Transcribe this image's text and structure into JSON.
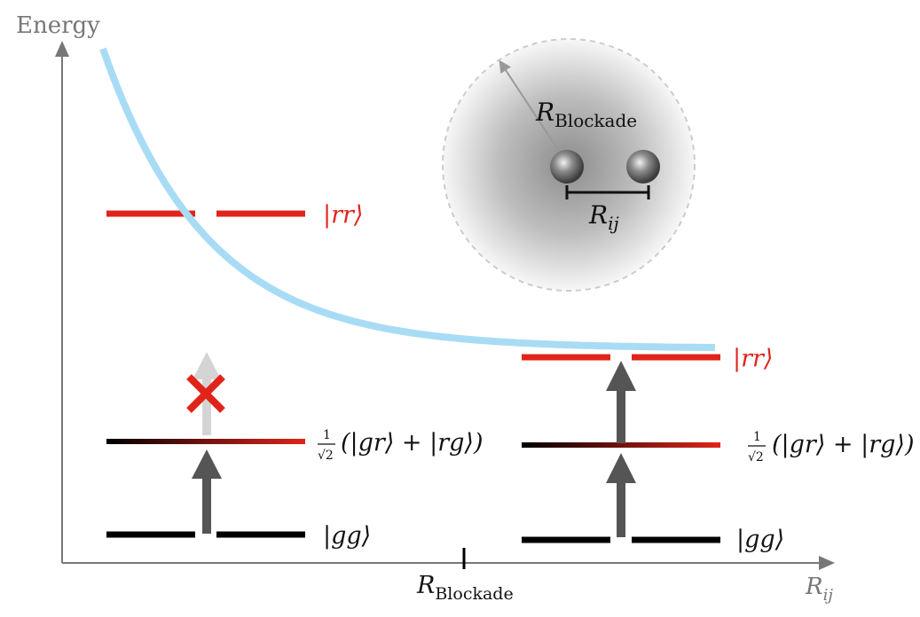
{
  "axes": {
    "y_title": "Energy",
    "x_title_main": "R",
    "x_title_sub": "ij",
    "x_tick_main": "R",
    "x_tick_sub": "Blockade"
  },
  "colors": {
    "axis": "#777777",
    "curve": "#a8dcf5",
    "red": "#e0241a",
    "black": "#000000",
    "arrow": "#555555",
    "arrow_blocked": "#d4d4d4",
    "blockade_cross": "#e0241a"
  },
  "left_panel": {
    "rr_label": "|rr⟩",
    "sym_label": "(|gr⟩ + |rg⟩)",
    "sym_prefactor_num": "1",
    "sym_prefactor_den": "√2",
    "gg_label": "|gg⟩",
    "blocked_icon": "cross-icon"
  },
  "right_panel": {
    "rr_label": "|rr⟩",
    "sym_label": "(|gr⟩ + |rg⟩)",
    "sym_prefactor_num": "1",
    "sym_prefactor_den": "√2",
    "gg_label": "|gg⟩"
  },
  "inset": {
    "radius_label_main": "R",
    "radius_label_sub": "Blockade",
    "distance_label_main": "R",
    "distance_label_sub": "ij"
  }
}
